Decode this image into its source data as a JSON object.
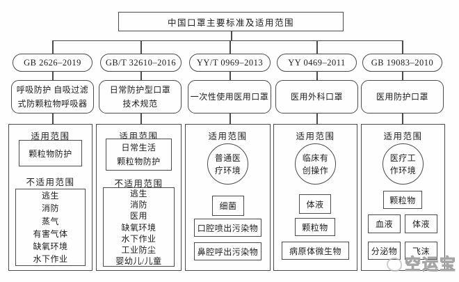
{
  "diagram": {
    "title": "中国口罩主要标准及适用范围",
    "watermark": "空运宝"
  },
  "columns": [
    {
      "standard": "GB 2626–2019",
      "name_line1": "呼吸防护 自吸过滤",
      "name_line2": "式防颗粒物呼吸器",
      "scope_label": "适用范围",
      "scope_line1": "颗粒物防护",
      "exclude_label": "不适用范围",
      "exclude_items": [
        "逃生",
        "消防",
        "蒸气",
        "有害气体",
        "缺氧环境",
        "水下作业"
      ]
    },
    {
      "standard": "GB/T 32610–2016",
      "name_line1": "日常防护型口罩",
      "name_line2": "技术规范",
      "scope_label": "适用范围",
      "scope_line1": "日常生活",
      "scope_line2": "颗粒物防护",
      "exclude_label": "不适用范围",
      "exclude_items": [
        "逃生",
        "消防",
        "医用",
        "缺氧环境",
        "水下作业",
        "工业防尘",
        "婴幼儿/儿童"
      ]
    },
    {
      "standard": "YY/T 0969–2013",
      "name_line1": "一次性使用医用口罩",
      "scope_label": "适用范围",
      "circle_line1": "普通医",
      "circle_line2": "疗环境",
      "items": [
        "细菌",
        "口腔喷出污染物",
        "鼻腔呼出污染物"
      ]
    },
    {
      "standard": "YY 0469–2011",
      "name_line1": "医用外科口罩",
      "scope_label": "适用范围",
      "circle_line1": "临床有",
      "circle_line2": "创操作",
      "items": [
        "体液",
        "颗粒物",
        "病原体微生物"
      ]
    },
    {
      "standard": "GB 19083–2010",
      "name_line1": "医用防护口罩",
      "scope_label": "适用范围",
      "circle_line1": "医疗工",
      "circle_line2": "作环境",
      "item_top": "颗粒物",
      "pair_row1": [
        "血液",
        "体液"
      ],
      "pair_row2": [
        "分泌物",
        "飞沫"
      ]
    }
  ]
}
